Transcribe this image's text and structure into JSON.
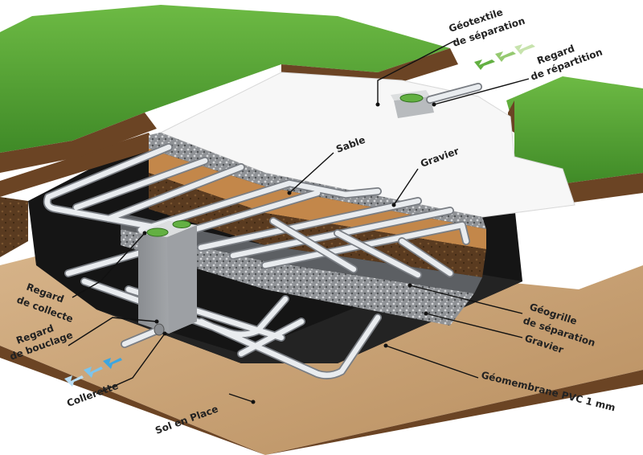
{
  "labels": {
    "geotextile": [
      "Géotextile",
      "de séparation"
    ],
    "regard_repartition": [
      "Regard",
      "de répartition"
    ],
    "sable": "Sable",
    "gravier_top": "Gravier",
    "regard_collecte": [
      "Regard",
      "de collecte"
    ],
    "regard_bouclage": [
      "Regard",
      "de bouclage"
    ],
    "collerette": "Collerette",
    "sol_en_place": "Sol en Place",
    "geogrille": [
      "Géogrille",
      "de séparation"
    ],
    "gravier_bottom": "Gravier",
    "geomembrane": "Géomembrane PVC 1 mm"
  },
  "colors": {
    "grass": "#5da83a",
    "soil": "#7a5a38",
    "membrane": "#151515",
    "sand_base": "#c9a57c",
    "geotextile": "#f7f7f7",
    "inflow_arrow": "#63b042",
    "outflow_arrow": "#3da6e0"
  }
}
